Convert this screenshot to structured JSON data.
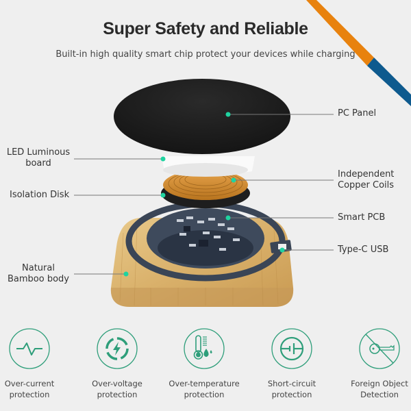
{
  "header": {
    "title": "Super Safety and Reliable",
    "subtitle": "Built-in high quality smart chip protect your devices while charging"
  },
  "colors": {
    "background": "#efefef",
    "accent_green": "#2e9e7a",
    "callout_dot": "#1fd3a0",
    "stripe_orange": "#e8820e",
    "stripe_blue": "#0e5a8e"
  },
  "components": {
    "pc_panel": "PC Panel",
    "led_board_line1": "LED Luminous",
    "led_board_line2": "board",
    "copper_coils_line1": "Independent",
    "copper_coils_line2": "Copper Coils",
    "isolation_disk": "Isolation Disk",
    "smart_pcb": "Smart PCB",
    "type_c_usb": "Type-C USB",
    "bamboo_line1": "Natural",
    "bamboo_line2": "Bamboo body"
  },
  "features": [
    {
      "icon": "pulse-icon",
      "line1": "Over-current",
      "line2": "protection"
    },
    {
      "icon": "lightning-icon",
      "line1": "Over-voltage",
      "line2": "protection"
    },
    {
      "icon": "thermometer-icon",
      "line1": "Over-temperature",
      "line2": "protection"
    },
    {
      "icon": "battery-circuit-icon",
      "line1": "Short-circuit",
      "line2": "protection"
    },
    {
      "icon": "no-key-icon",
      "line1": "Foreign Object",
      "line2": "Detection"
    }
  ]
}
